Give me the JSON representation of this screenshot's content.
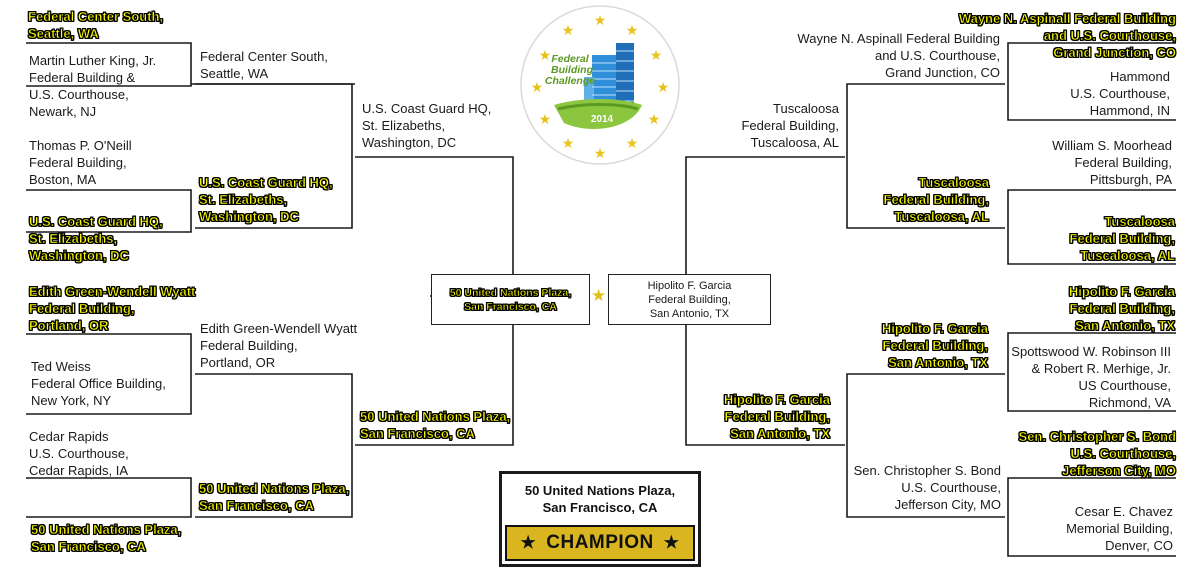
{
  "logo": {
    "line1": "Federal",
    "line2": "Building",
    "line3": "Challenge",
    "year": "2014"
  },
  "left": {
    "r1": [
      {
        "lines": [
          "Federal Center South,",
          "Seattle, WA"
        ],
        "winner": true
      },
      {
        "lines": [
          "Martin Luther King, Jr.",
          "Federal Building &",
          "U.S. Courthouse,",
          "Newark, NJ"
        ],
        "winner": false
      },
      {
        "lines": [
          "Thomas P. O'Neill",
          "Federal Building,",
          "Boston, MA"
        ],
        "winner": false
      },
      {
        "lines": [
          "U.S. Coast Guard HQ,",
          "St. Elizabeths,",
          "Washington, DC"
        ],
        "winner": true
      },
      {
        "lines": [
          "Edith Green-Wendell Wyatt",
          "Federal Building,",
          "Portland, OR"
        ],
        "winner": true
      },
      {
        "lines": [
          "Ted Weiss",
          "Federal Office Building,",
          "New York, NY"
        ],
        "winner": false
      },
      {
        "lines": [
          "Cedar Rapids",
          "U.S. Courthouse,",
          "Cedar Rapids, IA"
        ],
        "winner": false
      },
      {
        "lines": [
          "50 United Nations Plaza,",
          "San Francisco, CA"
        ],
        "winner": true
      }
    ],
    "r2": [
      {
        "lines": [
          "Federal Center South,",
          "Seattle, WA"
        ],
        "winner": false
      },
      {
        "lines": [
          "U.S. Coast Guard HQ,",
          "St. Elizabeths,",
          "Washington, DC"
        ],
        "winner": true
      },
      {
        "lines": [
          "Edith Green-Wendell Wyatt",
          "Federal Building,",
          "Portland, OR"
        ],
        "winner": false
      },
      {
        "lines": [
          "50 United Nations Plaza,",
          "San Francisco, CA"
        ],
        "winner": true
      }
    ],
    "r3": [
      {
        "lines": [
          "U.S. Coast Guard HQ,",
          "St. Elizabeths,",
          "Washington, DC"
        ],
        "winner": false
      },
      {
        "lines": [
          "50 United Nations Plaza,",
          "San Francisco, CA"
        ],
        "winner": true
      }
    ],
    "final": {
      "lines": [
        "50 United Nations Plaza,",
        "San Francisco, CA"
      ],
      "winner": true
    }
  },
  "right": {
    "r1": [
      {
        "lines": [
          "Wayne N. Aspinall Federal Building",
          "and U.S. Courthouse,",
          "Grand Junction, CO"
        ],
        "winner": true
      },
      {
        "lines": [
          "Hammond",
          "U.S. Courthouse,",
          "Hammond, IN"
        ],
        "winner": false
      },
      {
        "lines": [
          "William S. Moorhead",
          "Federal Building,",
          "Pittsburgh, PA"
        ],
        "winner": false
      },
      {
        "lines": [
          "Tuscaloosa",
          "Federal Building,",
          "Tuscaloosa, AL"
        ],
        "winner": true
      },
      {
        "lines": [
          "Hipolito F. Garcia",
          "Federal Building,",
          "San Antonio, TX"
        ],
        "winner": true
      },
      {
        "lines": [
          "Spottswood W. Robinson III",
          "& Robert R. Merhige, Jr.",
          "US Courthouse,",
          "Richmond, VA"
        ],
        "winner": false
      },
      {
        "lines": [
          "Sen. Christopher S. Bond",
          "U.S. Courthouse,",
          "Jefferson City, MO"
        ],
        "winner": true
      },
      {
        "lines": [
          "Cesar E. Chavez",
          "Memorial Building,",
          "Denver, CO"
        ],
        "winner": false
      }
    ],
    "r2": [
      {
        "lines": [
          "Wayne N. Aspinall Federal Building",
          "and U.S. Courthouse,",
          "Grand Junction, CO"
        ],
        "winner": false
      },
      {
        "lines": [
          "Tuscaloosa",
          "Federal Building,",
          "Tuscaloosa, AL"
        ],
        "winner": true
      },
      {
        "lines": [
          "Hipolito F. Garcia",
          "Federal Building,",
          "San Antonio, TX"
        ],
        "winner": true
      },
      {
        "lines": [
          "Sen. Christopher S. Bond",
          "U.S. Courthouse,",
          "Jefferson City, MO"
        ],
        "winner": false
      }
    ],
    "r3": [
      {
        "lines": [
          "Tuscaloosa",
          "Federal Building,",
          "Tuscaloosa, AL"
        ],
        "winner": false
      },
      {
        "lines": [
          "Hipolito F. Garcia",
          "Federal Building,",
          "San Antonio, TX"
        ],
        "winner": true
      }
    ],
    "final": {
      "lines": [
        "Hipolito F. Garcia",
        "Federal Building,",
        "San Antonio, TX"
      ],
      "winner": false
    }
  },
  "champion": {
    "name_lines": [
      "50 United Nations Plaza,",
      "San Francisco, CA"
    ],
    "label": "CHAMPION"
  },
  "colors": {
    "winner_text": "#ffff00",
    "champion_banner": "#d9b520",
    "star": "#e2c21a",
    "logo_green": "#8cc63f"
  }
}
